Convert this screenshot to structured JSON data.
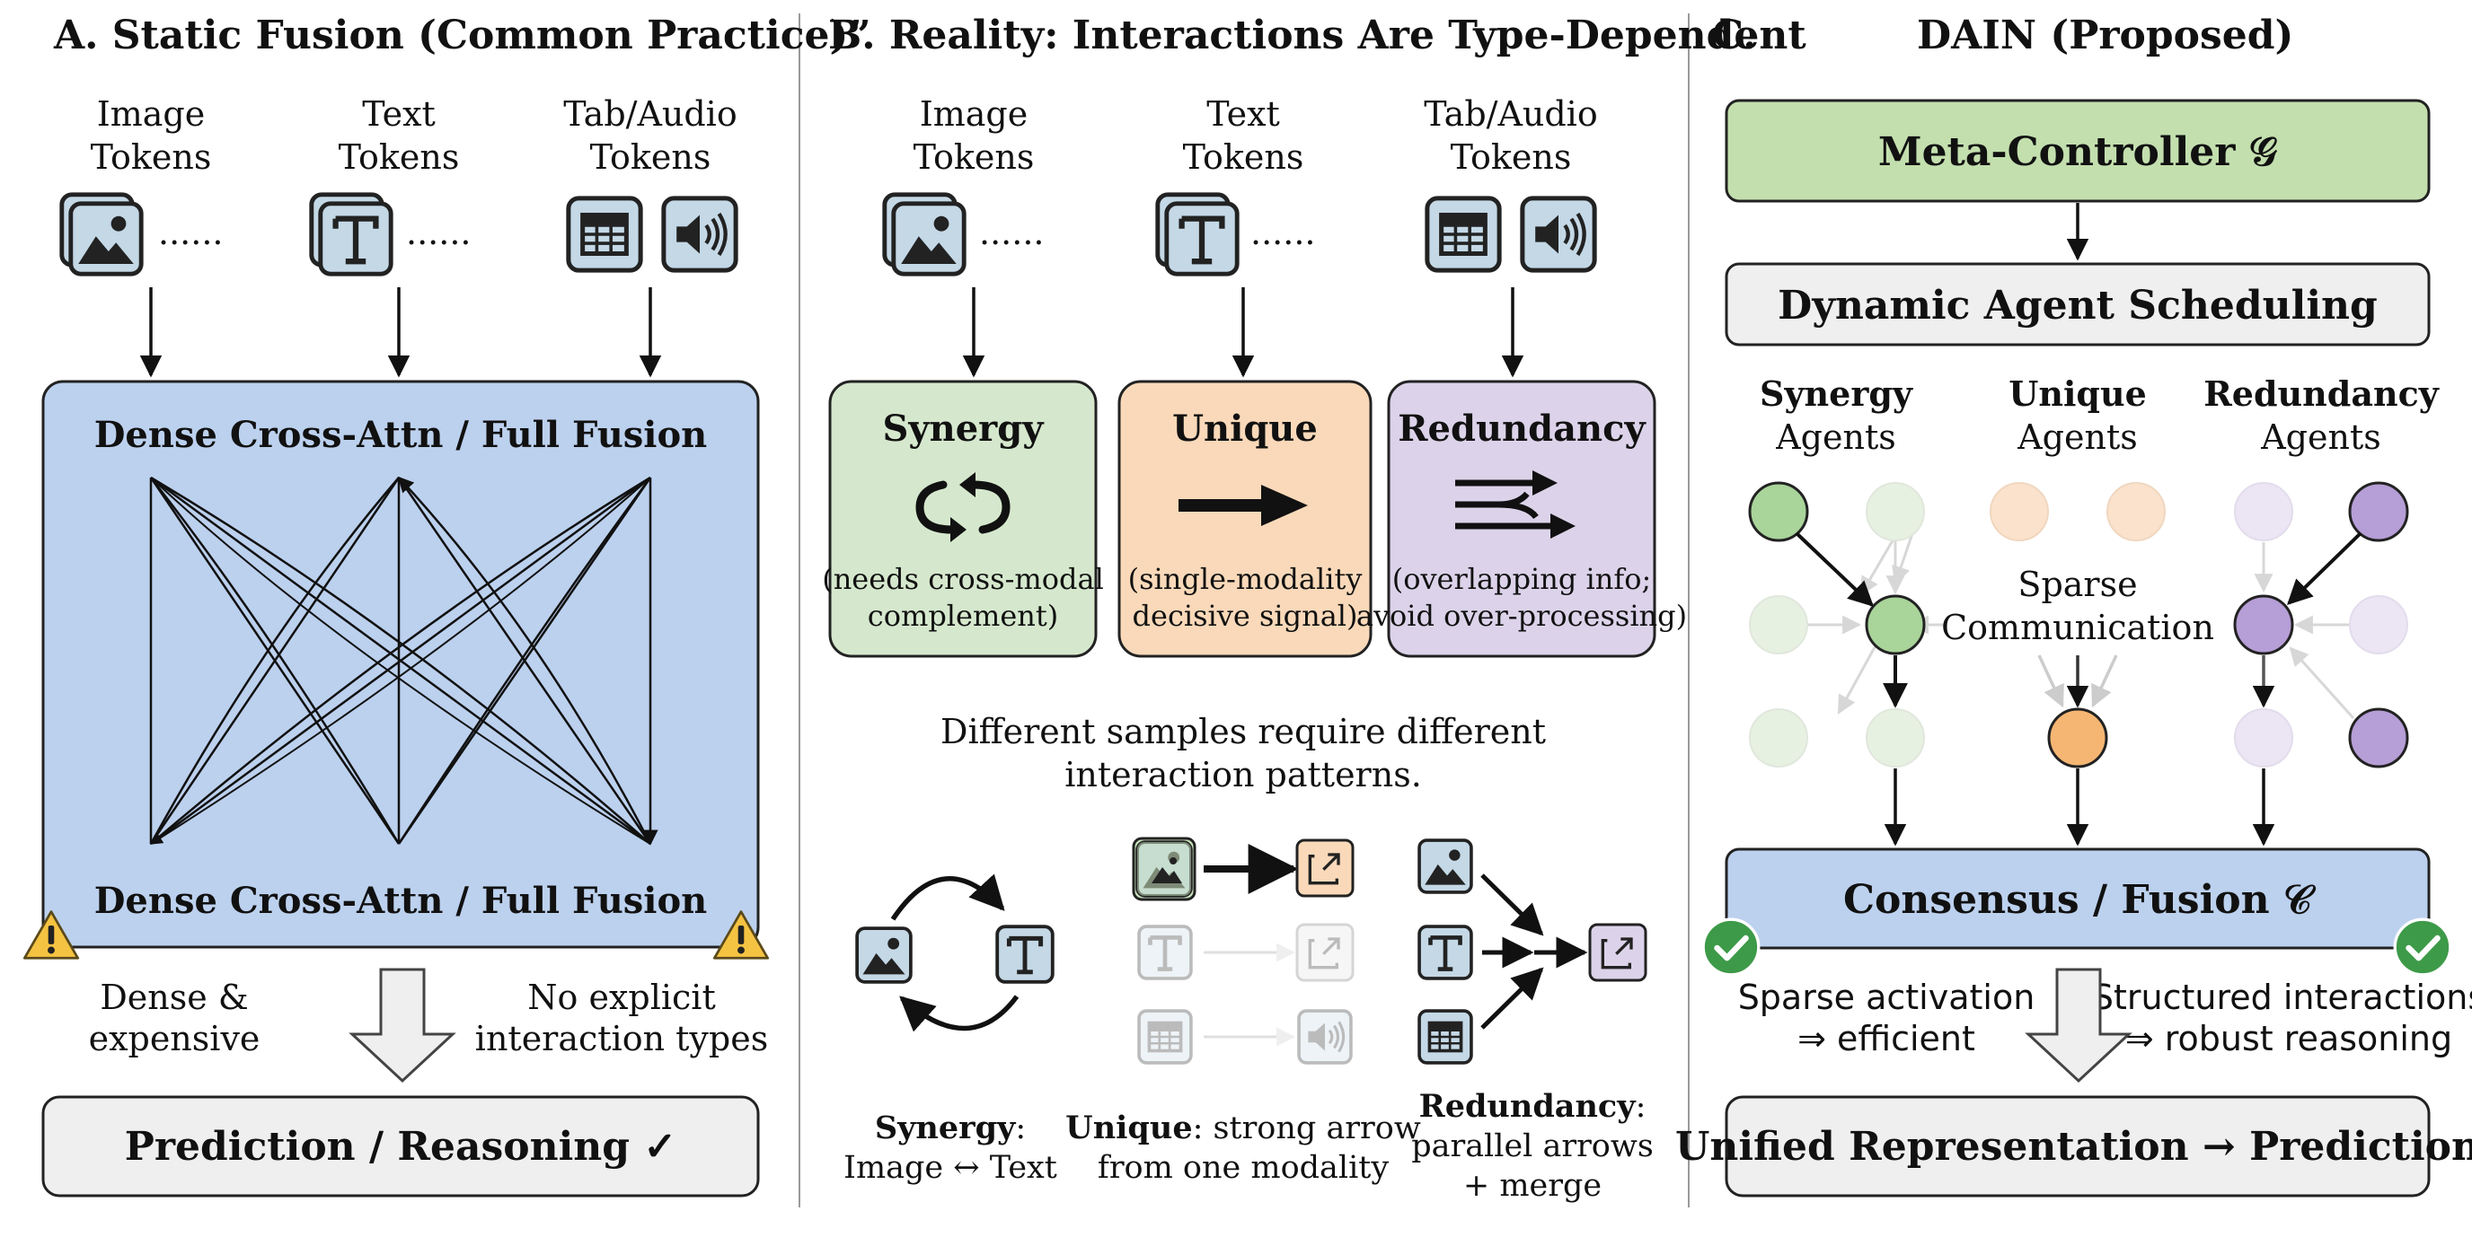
{
  "panel_a": {
    "title": "A. Static Fusion (Common Practice)”",
    "tokens": [
      {
        "line1": "Image",
        "line2": "Tokens"
      },
      {
        "line1": "Text",
        "line2": "Tokens"
      },
      {
        "line1": "Tab/Audio",
        "line2": "Tokens"
      }
    ],
    "ellipsis": "......",
    "box_top_label": "Dense Cross-Attn / Full Fusion",
    "box_bottom_label": "Dense Cross-Attn / Full Fusion",
    "warning_left": {
      "line1": "Dense &",
      "line2": "expensive"
    },
    "warning_right": {
      "line1": "No explicit",
      "line2": "interaction types"
    },
    "result": "Prediction / Reasoning ✓"
  },
  "panel_b": {
    "title": "B. Reality: Interactions Are Type-Dependent",
    "tokens": [
      {
        "line1": "Image",
        "line2": "Tokens"
      },
      {
        "line1": "Text",
        "line2": "Tokens"
      },
      {
        "line1": "Tab/Audio",
        "line2": "Tokens"
      }
    ],
    "ellipsis": "......",
    "types": [
      {
        "name": "Synergy",
        "desc1": "(needs cross-modal",
        "desc2": "complement)"
      },
      {
        "name": "Unique",
        "desc1": "(single-modality",
        "desc2": "decisive signal)"
      },
      {
        "name": "Redundancy",
        "desc1": "(overlapping info;",
        "desc2": "avoid over-processing)"
      }
    ],
    "note_line1": "Different samples require different",
    "note_line2": "interaction patterns.",
    "examples": [
      {
        "bold": "Synergy",
        "rest": ":",
        "line2": "Image ↔ Text",
        "line3": ""
      },
      {
        "bold": "Unique",
        "rest": ": strong arrow",
        "line2": "from one modality",
        "line3": ""
      },
      {
        "bold": "Redundancy",
        "rest": ":",
        "line2": "parallel arrows",
        "line3": "+ merge"
      }
    ]
  },
  "panel_c": {
    "title_letter": "C.",
    "title_main": "DAIN (Proposed)",
    "meta_controller": "Meta-Controller 𝒢",
    "scheduling": "Dynamic Agent Scheduling",
    "agents": [
      {
        "bold": "Synergy",
        "line2": "Agents"
      },
      {
        "bold": "Unique",
        "line2": "Agents"
      },
      {
        "bold": "Redundancy",
        "line2": "Agents"
      }
    ],
    "sparse_line1": "Sparse",
    "sparse_line2": "Communication",
    "consensus": "Consensus / Fusion 𝒞",
    "left_note": {
      "line1": "Sparse activation",
      "line2": "⇒ efficient"
    },
    "right_note": {
      "line1": "Structured interactions",
      "line2": "⇒ robust reasoning"
    },
    "result": "Unified Representation → Prediction"
  },
  "colors": {
    "fusion_blue": "#bcd1ee",
    "token_blue": "#c4d8e6",
    "synergy_green": "#d5e8cd",
    "unique_orange": "#f9d9b9",
    "redundancy_purple": "#dcd3ea",
    "meta_green": "#c3dfae",
    "gray_box": "#efefef",
    "warning_yellow": "#f5c342",
    "check_green": "#3d9a48"
  }
}
